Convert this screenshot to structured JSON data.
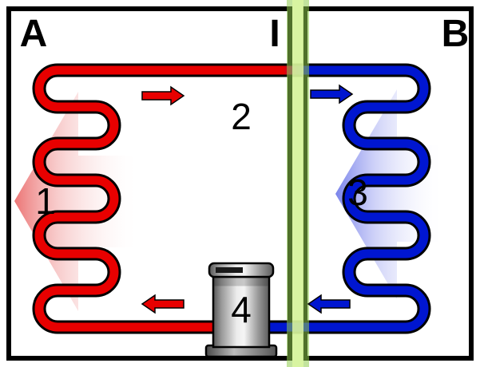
{
  "labels": {
    "chamber_a": "A",
    "barrier": "I",
    "chamber_b": "B",
    "heat_output_arrow": "1",
    "top_pipe": "2",
    "heat_intake_arrow": "3",
    "compressor": "4"
  },
  "colors": {
    "hot": "#e80000",
    "cold": "#0016d0",
    "barrier_band": "#8fcc4d",
    "barrier_band_center": "#dcf7a2",
    "outline": "#000000",
    "background": "#ffffff"
  }
}
